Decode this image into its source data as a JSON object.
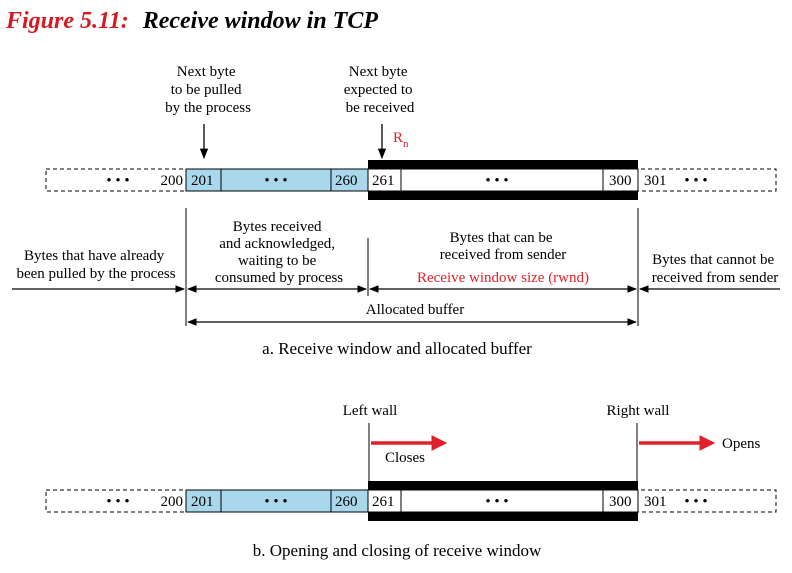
{
  "title": {
    "figure_number": "Figure 5.11:",
    "figure_title": "Receive window in TCP"
  },
  "colors": {
    "title_red": "#d51a22",
    "accent_red": "#e0212b",
    "buffer_blue": "#a9d8ec",
    "window_black": "#000000"
  },
  "part_a": {
    "label_next_pulled": [
      "Next byte",
      "to be pulled",
      "by the process"
    ],
    "label_next_expected": [
      "Next byte",
      "expected to",
      "be received"
    ],
    "rn_label": "R",
    "rn_sub": "n",
    "seq": {
      "dots_left": "• • •",
      "n200": "200",
      "n201": "201",
      "dots_mid": "• • •",
      "n260": "260",
      "n261": "261",
      "dots_win": "• • •",
      "n300": "300",
      "n301": "301",
      "dots_right": "• • •"
    },
    "label_already_pulled": [
      "Bytes that have already",
      "been pulled by the process"
    ],
    "label_received_ack": [
      "Bytes received",
      "and  acknowledged,",
      "waiting to be",
      "consumed by process"
    ],
    "label_can_be_received": [
      "Bytes that can be",
      "received from sender"
    ],
    "rwnd_label": "Receive window size (rwnd)",
    "label_cannot_receive": [
      "Bytes that cannot be",
      "received from sender"
    ],
    "allocated_buffer": "Allocated buffer",
    "caption": "a. Receive window and allocated buffer"
  },
  "part_b": {
    "left_wall": "Left wall",
    "right_wall": "Right wall",
    "closes": "Closes",
    "opens": "Opens",
    "seq": {
      "dots_left": "• • •",
      "n200": "200",
      "n201": "201",
      "dots_mid": "• • •",
      "n260": "260",
      "n261": "261",
      "dots_win": "• • •",
      "n300": "300",
      "n301": "301",
      "dots_right": "• • •"
    },
    "caption": "b. Opening and  closing of receive window"
  }
}
